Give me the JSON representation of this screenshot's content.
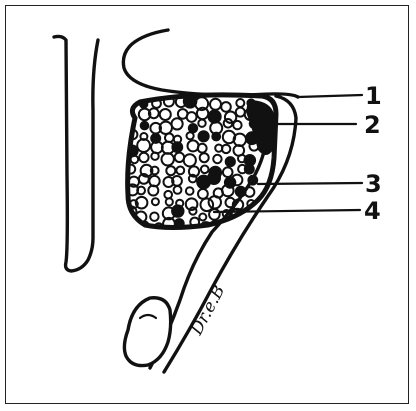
{
  "labels": [
    "1",
    "2",
    "3",
    "4"
  ],
  "signature": "Dr.e.B",
  "colors": {
    "ink": "#111111",
    "background": "#ffffff"
  }
}
